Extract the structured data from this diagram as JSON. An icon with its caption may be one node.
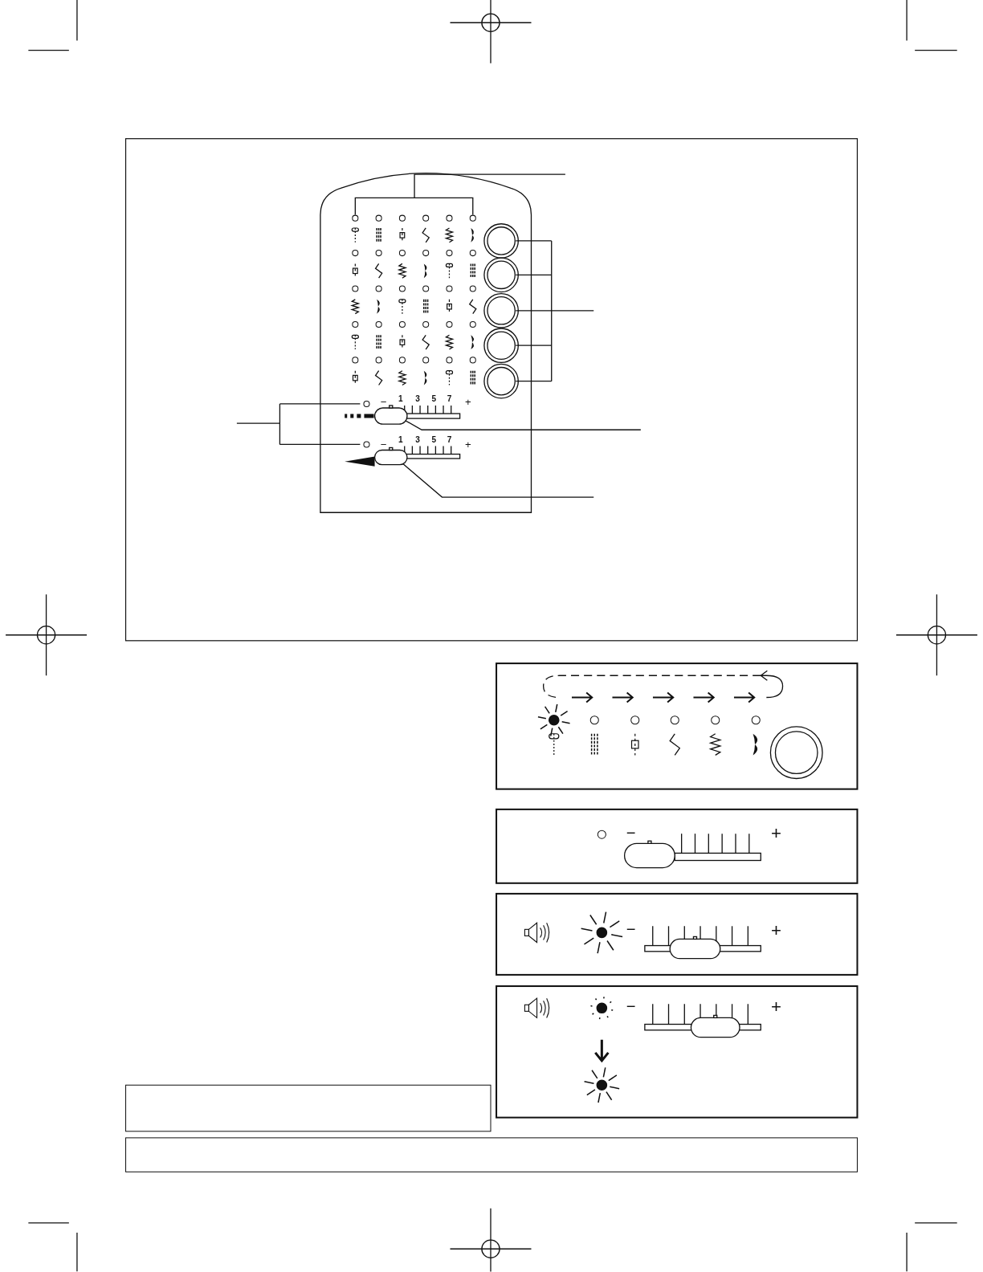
{
  "diagram": {
    "labels": [
      "−",
      "1",
      "3",
      "5",
      "7",
      "+",
      "−",
      "1",
      "3",
      "5",
      "7",
      "+",
      "−",
      "+",
      "−",
      "+",
      "−",
      "+"
    ]
  }
}
